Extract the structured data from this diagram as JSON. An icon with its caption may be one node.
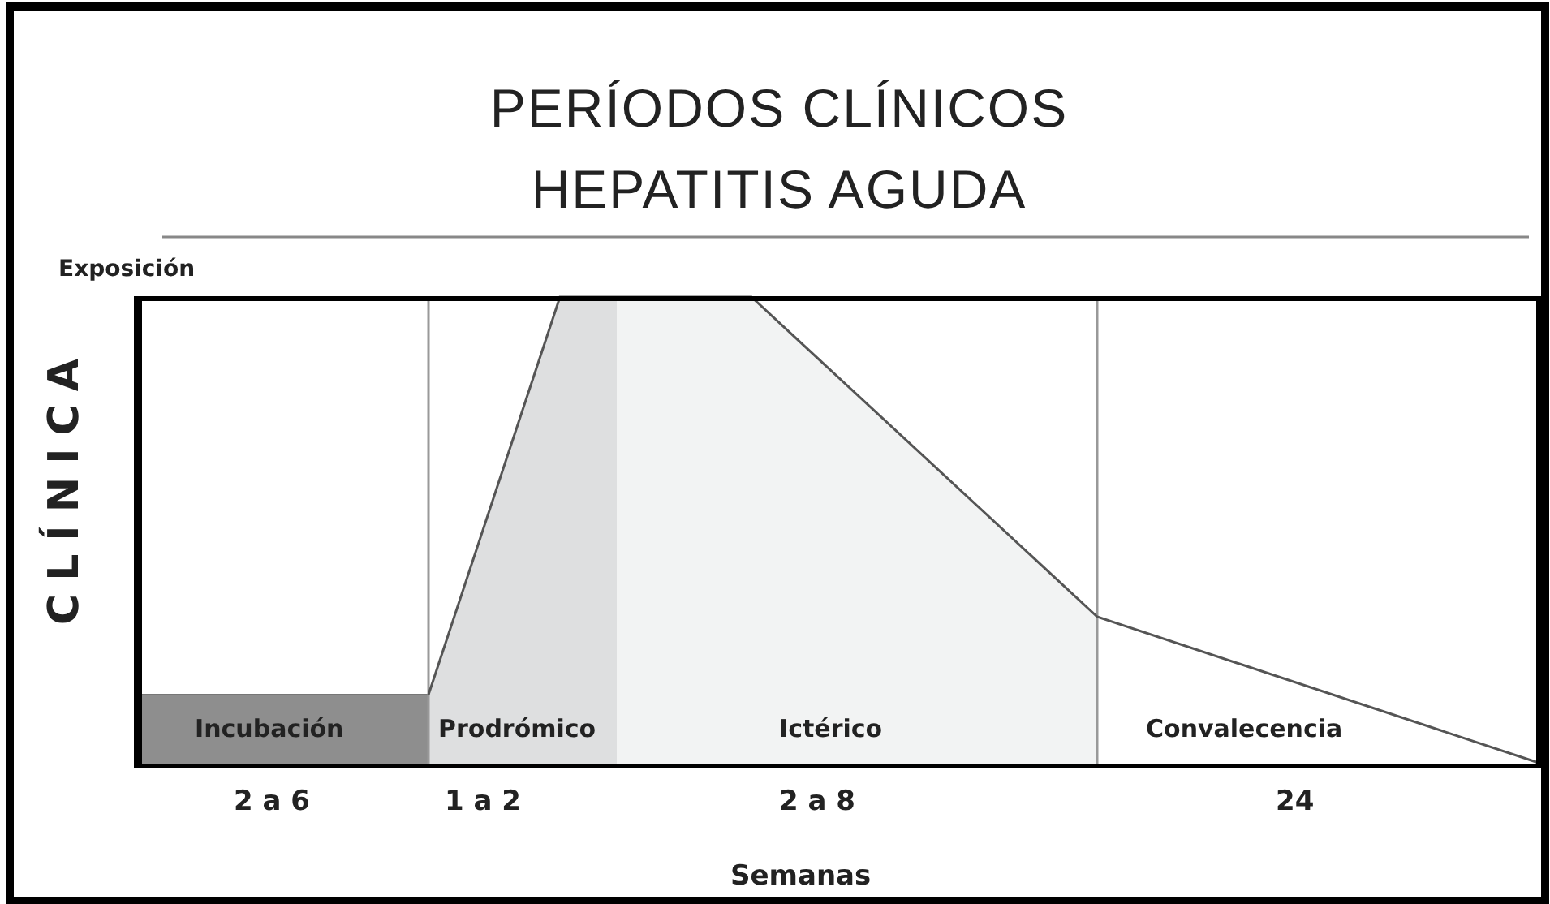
{
  "diagram": {
    "title": "PERÍODOS CLÍNICOS HEPATITIS AGUDA",
    "nodes": [
      {
        "text": [
          "Incubación"
        ],
        "beside": [
          "2 a 6"
        ]
      },
      {
        "text": [
          "Prodrómico"
        ],
        "beside": [
          "1 a 2"
        ]
      },
      {
        "text": [
          "Ictérico"
        ],
        "beside": [
          "2 a 8"
        ]
      },
      {
        "text": [
          "Convalecencia"
        ],
        "beside": [
          "24"
        ]
      }
    ],
    "edges": [],
    "labels": [
      "Exposición",
      "CLÍNICA",
      "Semanas"
    ]
  }
}
